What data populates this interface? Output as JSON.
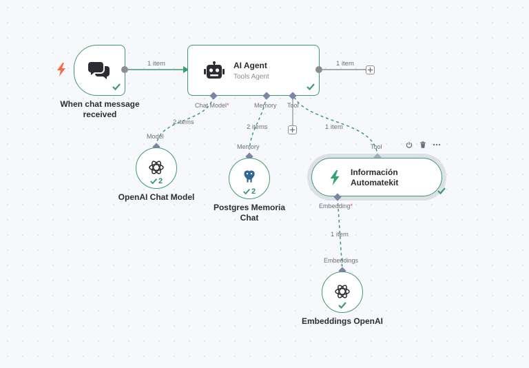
{
  "nodes": {
    "trigger": {
      "label": "When chat message received"
    },
    "agent": {
      "title": "AI Agent",
      "subtitle": "Tools Agent"
    },
    "chat_model": {
      "label": "OpenAI Chat Model",
      "count": "2"
    },
    "memory": {
      "label": "Postgres Memoria Chat",
      "count": "2"
    },
    "tool": {
      "label": "Información Automatekit"
    },
    "embeddings": {
      "label": "Embeddings OpenAI"
    }
  },
  "ports": {
    "chat_model": "Chat Model",
    "memory": "Memory",
    "tool": "Tool",
    "model": "Model",
    "memory_in": "Memory",
    "tool_in": "Tool",
    "embedding": "Embedding",
    "embeddings_in": "Embeddings",
    "required_mark": "*"
  },
  "edges": {
    "trigger_agent": "1 item",
    "agent_out": "1 item",
    "chat_model": "2 items",
    "memory": "2 items",
    "tool": "1 item",
    "embedding": "1 item"
  },
  "colors": {
    "success": "#3a9b72",
    "trigger": "#f26b4a",
    "tool_icon": "#35a373",
    "port": "#7e84a6"
  },
  "icons": {
    "trigger": "lightning-bolt-icon",
    "chat": "chat-bubbles-icon",
    "agent": "robot-icon",
    "openai": "openai-logo-icon",
    "postgres": "postgres-elephant-icon",
    "tool": "lightning-icon",
    "power": "power-icon",
    "trash": "trash-icon",
    "more": "more-horizontal-icon",
    "success": "checkmark-icon",
    "add": "plus-icon"
  }
}
